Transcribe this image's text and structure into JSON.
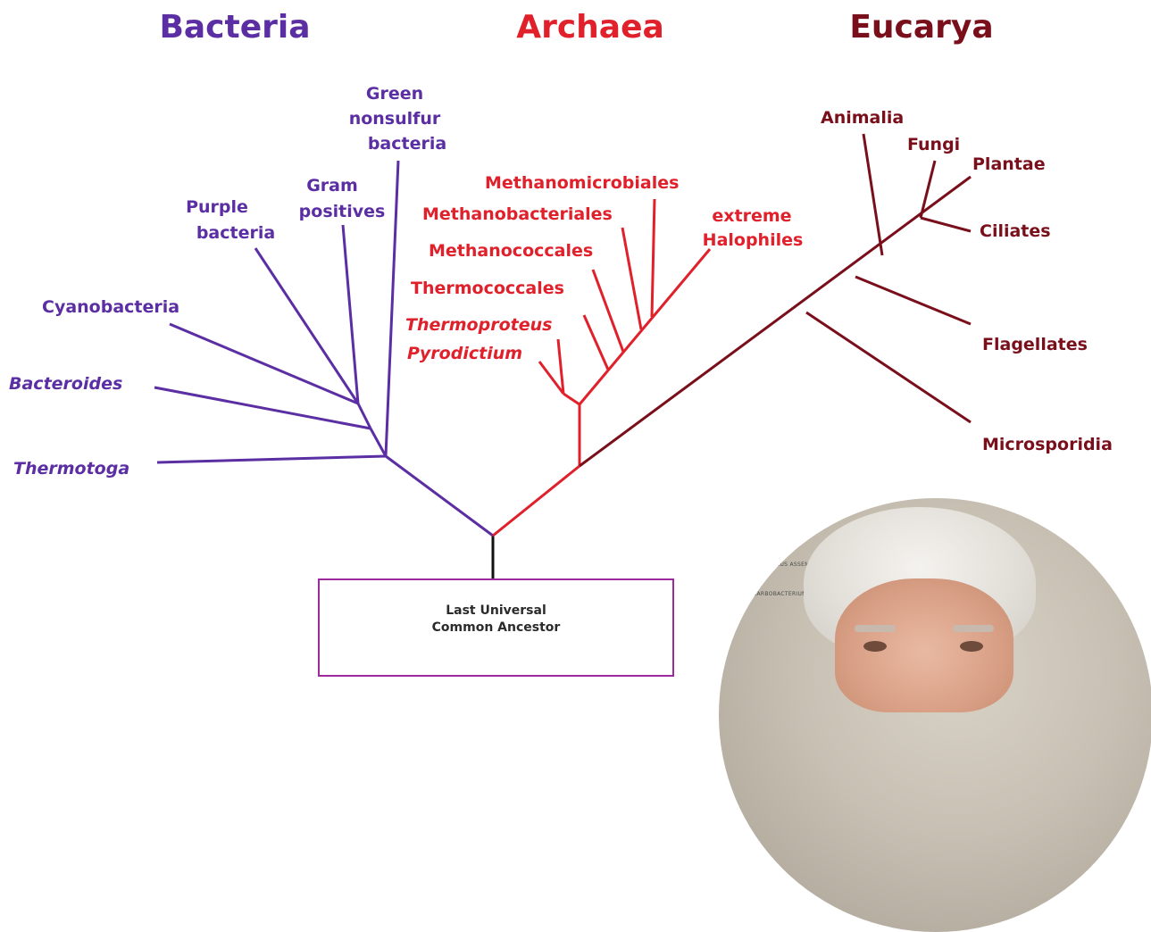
{
  "domains": [
    {
      "name": "Bacteria",
      "color": "#5b2fa3"
    },
    {
      "name": "Archaea",
      "color": "#e0202a"
    },
    {
      "name": "Eucarya",
      "color": "#7a0f1c"
    }
  ],
  "taxa": {
    "bacteria": [
      "Green",
      "nonsulfur",
      "bacteria",
      "Gram",
      "positives",
      "Purple",
      "bacteria",
      "Cyanobacteria",
      "Bacteroides",
      "Thermotoga"
    ],
    "archaea": [
      "Methanomicrobiales",
      "Methanobacteriales",
      "extreme",
      "Halophiles",
      "Methanococcales",
      "Thermococcales",
      "Thermoproteus",
      "Pyrodictium"
    ],
    "eucarya": [
      "Animalia",
      "Fungi",
      "Plantae",
      "Ciliates",
      "Flagellates",
      "Microsporidia"
    ]
  },
  "root": {
    "line1": "Last Universal",
    "line2": "Common Ancestor"
  },
  "photo": {
    "wall_text_1": "COCCUS ASSEMBLA",
    "wall_text_2": "CARBOBACTERIUM"
  },
  "colors": {
    "bacteria": "#5b2fa3",
    "archaea": "#e0202a",
    "eucarya": "#7a0f1c",
    "root_line": "#111111",
    "box_border": "#9c2a9c"
  }
}
